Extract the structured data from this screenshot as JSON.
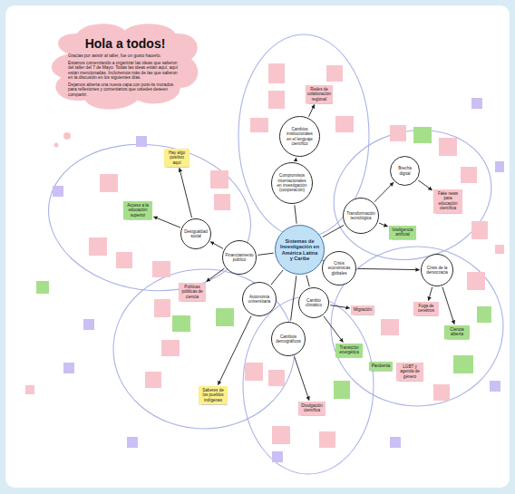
{
  "diagram": {
    "nodes": [
      {
        "text": [
          "Hola a todos!",
          "Gracias por asistir al taller, fue un gusto hacerlo.",
          "Estamos comenzando a organizar las ideas que salieron del taller del 7 de Mayo. Todas las ideas están aquí, aquí están mencionadas. Incluiremos más de las que salieron en la discusión en los siguientes días.",
          "Dejamos abierta una nueva capa con post-its morados para reflexiones y comentarios que ustedes deseen compartir."
        ]
      },
      {
        "text": [
          "Sistemas de Investigación en América Latina y Caribe"
        ]
      },
      {
        "text": [
          "Cambios institucionales en el lenguaje científico"
        ]
      },
      {
        "text": [
          "Compromisos internacionales en investigación (cooperación)"
        ]
      },
      {
        "text": [
          "Transformación tecnológica"
        ]
      },
      {
        "text": [
          "Brecha digital"
        ]
      },
      {
        "text": [
          "Crisis económicas globales"
        ]
      },
      {
        "text": [
          "Crisis de la democracia"
        ]
      },
      {
        "text": [
          "Cambio climático"
        ]
      },
      {
        "text": [
          "Cambios demográficos"
        ]
      },
      {
        "text": [
          "Autonomía universitaria"
        ]
      },
      {
        "text": [
          "Financiamiento público"
        ]
      },
      {
        "text": [
          "Desigualdad social"
        ]
      },
      {
        "text": [
          "Hay algo positivo aquí"
        ]
      },
      {
        "text": [
          "Fake news para educación científica"
        ]
      },
      {
        "text": [
          "Inteligencia artificial"
        ]
      },
      {
        "text": [
          "Fuga de cerebros"
        ]
      },
      {
        "text": [
          "Ciencia abierta"
        ]
      },
      {
        "text": [
          "Migración"
        ]
      },
      {
        "text": [
          "Transición energética"
        ]
      },
      {
        "text": [
          "Pandemia"
        ]
      },
      {
        "text": [
          "LGBT y agenda de género"
        ]
      },
      {
        "text": [
          "Saberes de los pueblos indígenas"
        ]
      },
      {
        "text": [
          "Redes de colaboración regional"
        ]
      },
      {
        "text": [
          "Acceso a la educación superior"
        ]
      },
      {
        "text": [
          "Políticas públicas de ciencia"
        ]
      },
      {
        "text": [
          "Divulgación científica"
        ]
      }
    ],
    "edges": [
      {
        "from": 1,
        "to": 3,
        "arrow": "none"
      },
      {
        "from": 3,
        "to": 2,
        "arrow": "to"
      },
      {
        "from": 2,
        "to": 23,
        "arrow": "to"
      },
      {
        "from": 1,
        "to": 4,
        "arrow": "none"
      },
      {
        "from": 4,
        "to": 5,
        "arrow": "to"
      },
      {
        "from": 5,
        "to": 14,
        "arrow": "to"
      },
      {
        "from": 4,
        "to": 15,
        "arrow": "to"
      },
      {
        "from": 1,
        "to": 6,
        "arrow": "none"
      },
      {
        "from": 6,
        "to": 7,
        "arrow": "to"
      },
      {
        "from": 7,
        "to": 16,
        "arrow": "to"
      },
      {
        "from": 7,
        "to": 17,
        "arrow": "to"
      },
      {
        "from": 1,
        "to": 8,
        "arrow": "none"
      },
      {
        "from": 8,
        "to": 18,
        "arrow": "to"
      },
      {
        "from": 8,
        "to": 19,
        "arrow": "to"
      },
      {
        "from": 1,
        "to": 9,
        "arrow": "none"
      },
      {
        "from": 9,
        "to": 26,
        "arrow": "to"
      },
      {
        "from": 1,
        "to": 10,
        "arrow": "none"
      },
      {
        "from": 10,
        "to": 22,
        "arrow": "to"
      },
      {
        "from": 1,
        "to": 11,
        "arrow": "none"
      },
      {
        "from": 11,
        "to": 12,
        "arrow": "to"
      },
      {
        "from": 12,
        "to": 13,
        "arrow": "to"
      },
      {
        "from": 12,
        "to": 24,
        "arrow": "to"
      },
      {
        "from": 11,
        "to": 25,
        "arrow": "to"
      }
    ]
  }
}
